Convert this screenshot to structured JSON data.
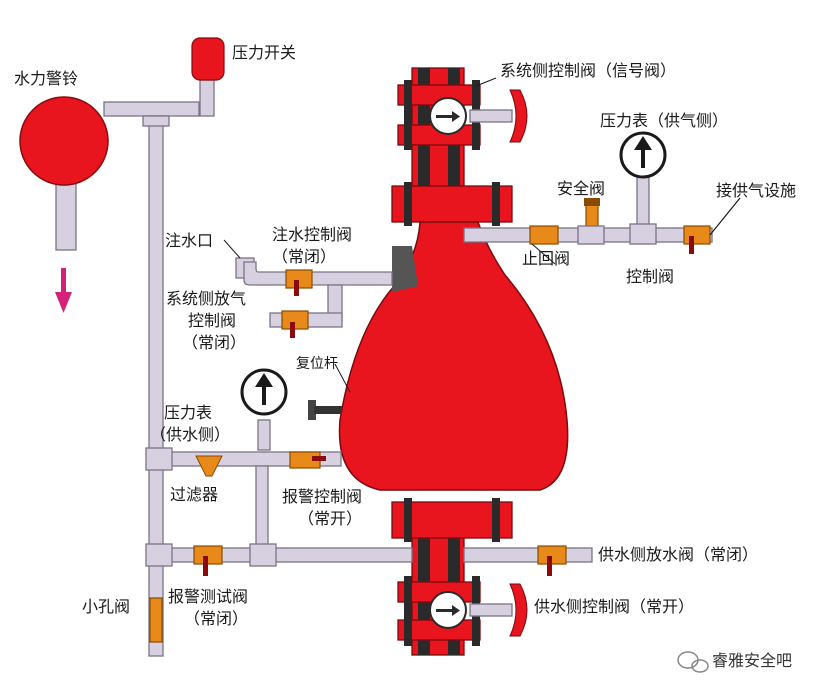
{
  "labels": {
    "water_bell": "水力警铃",
    "pressure_switch": "压力开关",
    "system_control_valve": "系统侧控制阀（信号阀）",
    "pressure_gauge_air": "压力表（供气侧）",
    "safety_valve": "安全阀",
    "to_air_supply": "接供气设施",
    "check_valve": "止回阀",
    "control_valve": "控制阀",
    "fill_port": "注水口",
    "fill_control_valve_1": "注水控制阀",
    "fill_control_valve_2": "（常闭）",
    "vent_valve_1": "系统侧放气",
    "vent_valve_2": "控制阀",
    "vent_valve_3": "（常闭）",
    "reset_lever": "复位杆",
    "pressure_gauge_water_1": "压力表",
    "pressure_gauge_water_2": "（供水侧）",
    "strainer": "过滤器",
    "alarm_control_valve_1": "报警控制阀",
    "alarm_control_valve_2": "（常开）",
    "supply_drain_valve": "供水侧放水阀（常闭）",
    "orifice_valve": "小孔阀",
    "alarm_test_valve_1": "报警测试阀",
    "alarm_test_valve_2": "（常闭）",
    "supply_control_valve": "供水侧控制阀（常开）",
    "watermark": "睿雅安全吧"
  },
  "colors": {
    "valve_red": "#e8141e",
    "pipe": "#d6d0e0",
    "pipe_edge": "#7a7486",
    "orange": "#e88a1a",
    "arrow": "#d4227a",
    "dark": "#2a2a2a"
  },
  "icons": {
    "pressure_gauge": "gauge-arrow-up-icon",
    "flow_arrow": "arrow-down-icon",
    "watermark": "wechat-icon"
  }
}
